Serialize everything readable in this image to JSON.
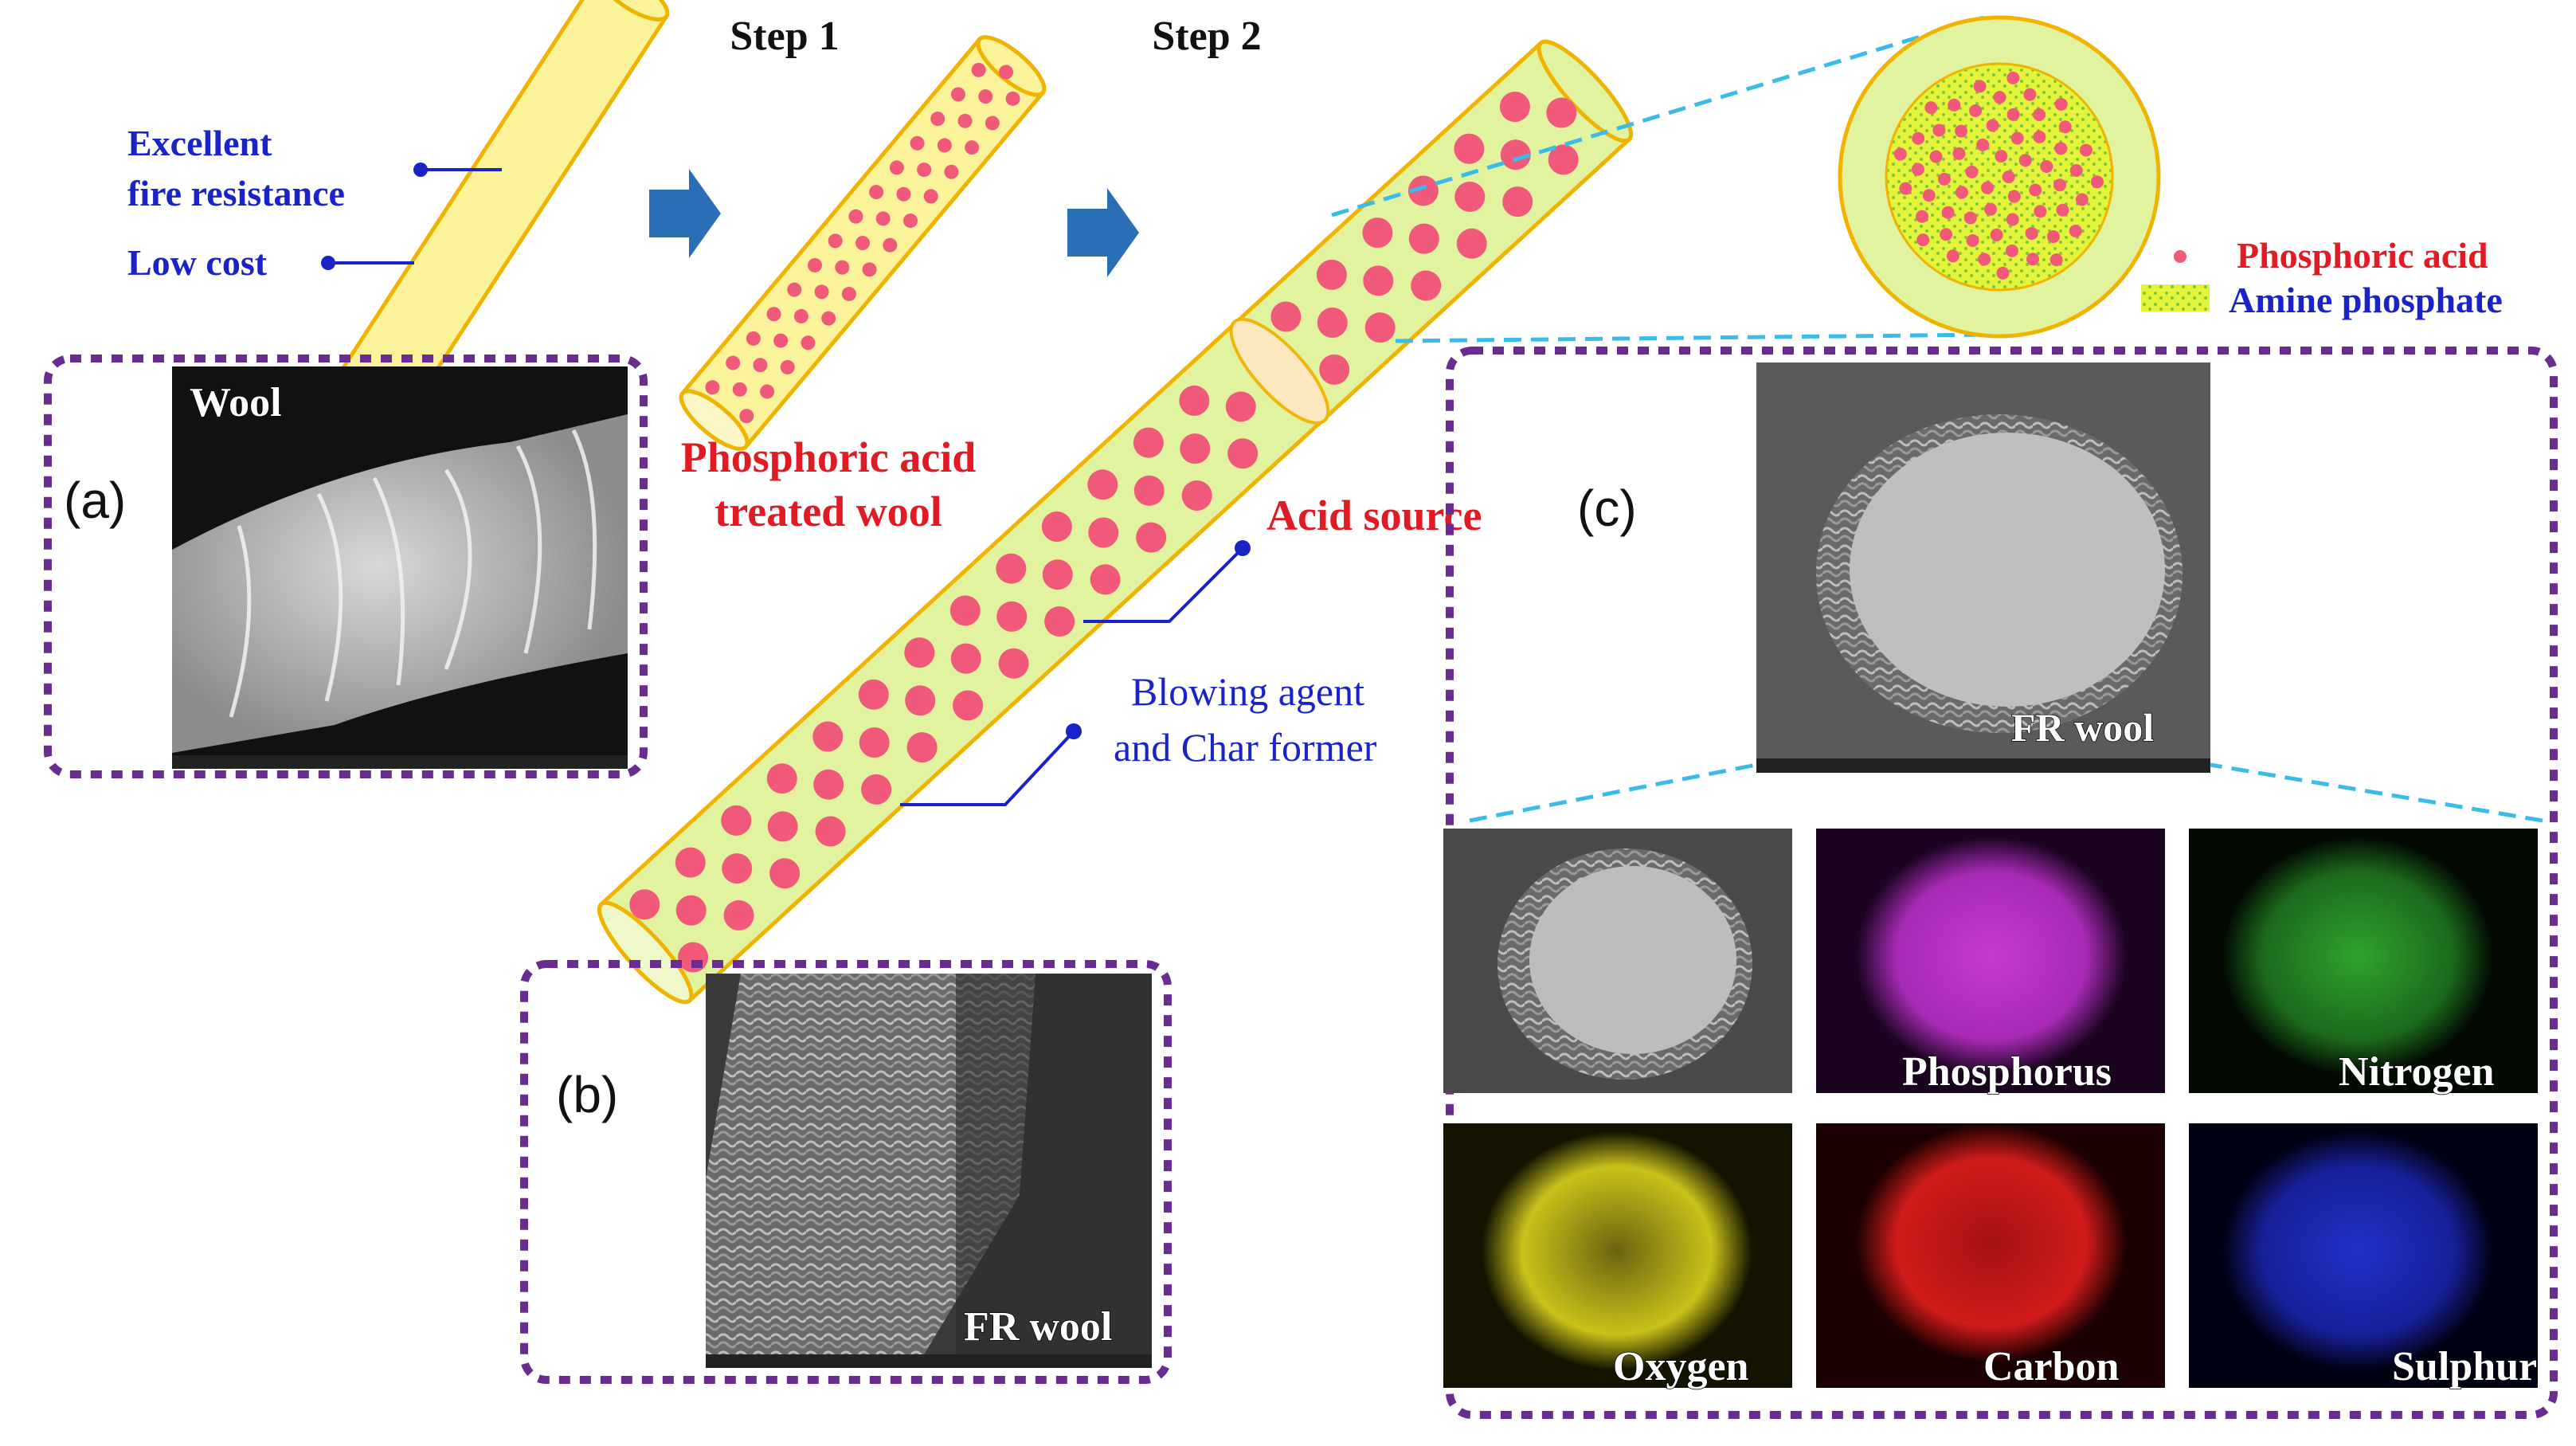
{
  "steps": {
    "step1": "Step 1",
    "step2": "Step 2"
  },
  "wool_callouts": {
    "excellent_line1": "Excellent",
    "excellent_line2": "fire resistance",
    "low_cost": "Low cost"
  },
  "treated_label": {
    "line1": "Phosphoric acid",
    "line2": "treated wool"
  },
  "fr_fiber_callouts": {
    "acid_source": "Acid source",
    "blowing_line1": "Blowing agent",
    "blowing_line2": "and Char former"
  },
  "legend": {
    "phosphoric_acid": "Phosphoric acid",
    "amine_phosphate": "Amine phosphate"
  },
  "panels": {
    "a": {
      "letter": "(a)",
      "image_label": "Wool"
    },
    "b": {
      "letter": "(b)",
      "image_label": "FR wool"
    },
    "c": {
      "letter": "(c)",
      "image_label": "FR wool"
    }
  },
  "eds_maps": [
    {
      "element": ""
    },
    {
      "element": "Phosphorus"
    },
    {
      "element": "Nitrogen"
    },
    {
      "element": "Oxygen"
    },
    {
      "element": "Carbon"
    },
    {
      "element": "Sulphur"
    }
  ],
  "colors": {
    "frame_dash": "#6a2c91",
    "callout_blue": "#1a23c7",
    "label_red": "#e01b24",
    "fiber_fill": "#fbf39a",
    "fiber_stroke": "#f0b400",
    "fr_fill": "#e2f3a0",
    "dot": "#f0597a",
    "arrow": "#2a6eb5",
    "cyan_dash": "#3bbce8",
    "map_phosphorus": "#c63ad2",
    "map_nitrogen": "#2fa32f",
    "map_oxygen": "#c8c21a",
    "map_carbon": "#d21b1b",
    "map_sulphur": "#2230c8"
  },
  "icons": {
    "step_arrow": "right-arrow-icon",
    "callout_marker": "dot-marker-icon"
  }
}
